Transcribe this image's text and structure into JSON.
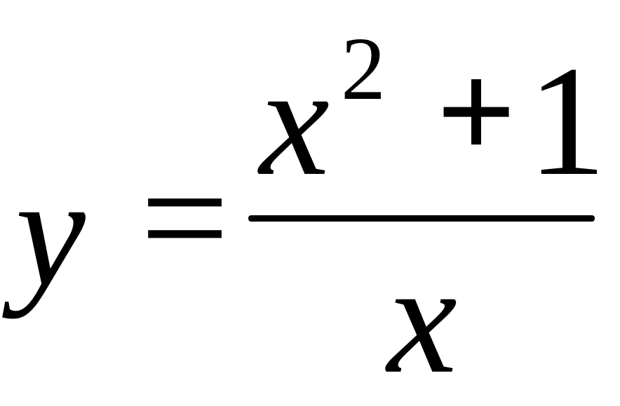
{
  "equation": {
    "lhs_variable": "y",
    "equals_sign": "=",
    "numerator": {
      "variable": "x",
      "exponent": "2",
      "operator": "+",
      "constant": "1"
    },
    "denominator": {
      "variable": "x"
    }
  },
  "colors": {
    "text": "#000000",
    "background": "#ffffff"
  }
}
